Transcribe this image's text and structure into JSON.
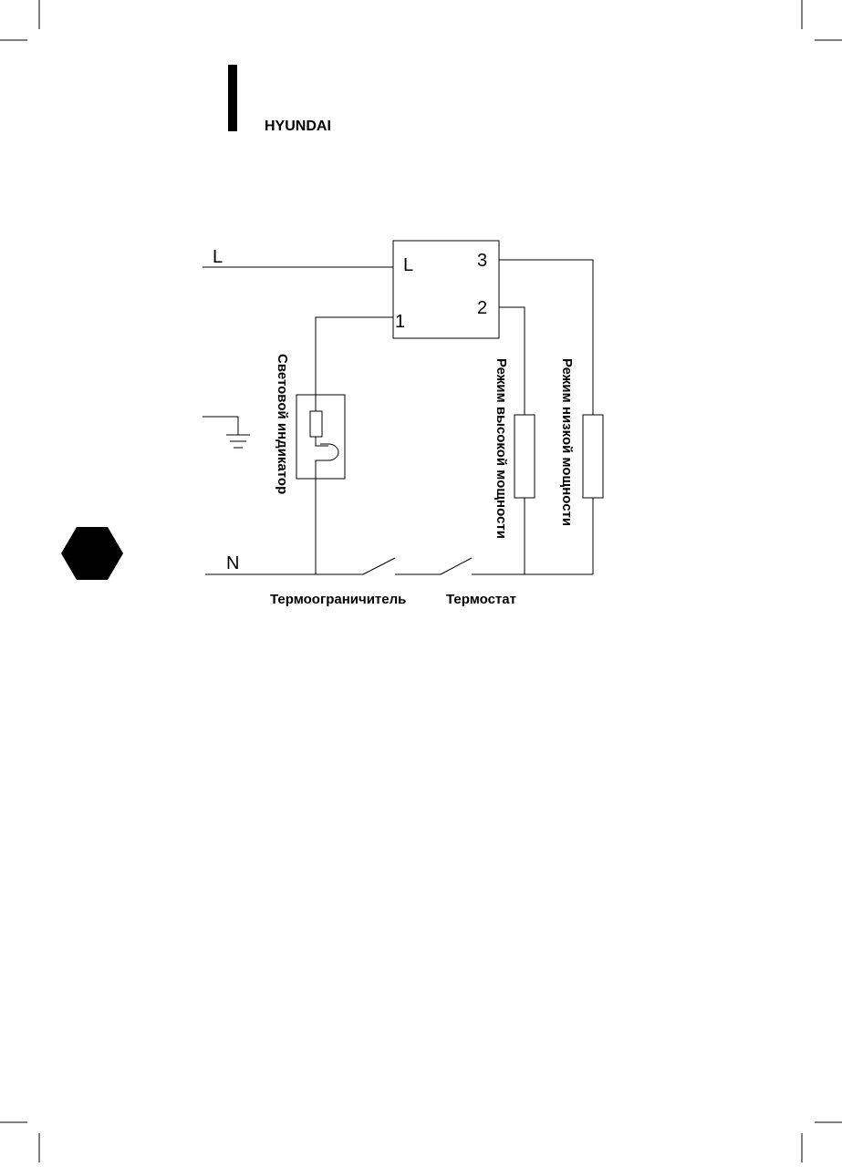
{
  "header": {
    "brand": "HYUNDAI"
  },
  "diagram": {
    "line_label": "L",
    "neutral_label": "N",
    "switch": {
      "terminal_line": "L",
      "terminal_1": "1",
      "terminal_2": "2",
      "terminal_3": "3"
    },
    "indicator_label": "Световой индикатор",
    "high_power_label": "Режим высокой мощности",
    "low_power_label": "Режим низкой мощности",
    "thermal_limiter_label": "Термоограничитель",
    "thermostat_label": "Термостат"
  },
  "colors": {
    "ink": "#000000",
    "background": "#ffffff"
  }
}
